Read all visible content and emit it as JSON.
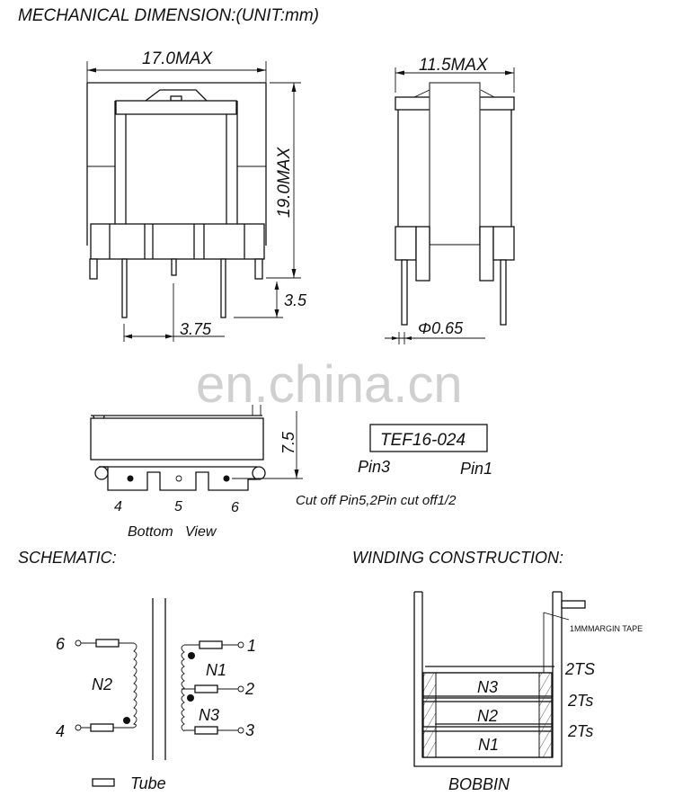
{
  "titles": {
    "mechanical": "MECHANICAL DIMENSION:(UNIT:mm)",
    "schematic": "SCHEMATIC:",
    "winding": "WINDING CONSTRUCTION:"
  },
  "front_view": {
    "width_label": "17.0MAX",
    "height_label": "19.0MAX",
    "pin_length_label": "3.5",
    "pin_pitch_label": "3.75"
  },
  "side_view": {
    "width_label": "11.5MAX",
    "pin_diameter_label": "Φ0.65"
  },
  "bottom_view": {
    "height_label": "7.5",
    "pins": [
      "4",
      "5",
      "6"
    ],
    "caption": "Bottom   View",
    "part_number": "TEF16-024",
    "pin_left_label": "Pin3",
    "pin_right_label": "Pin1",
    "note": "Cut off Pin5,2Pin cut off1/2"
  },
  "watermark": "en.china.cn",
  "schematic": {
    "primary_pins": [
      "6",
      "4"
    ],
    "primary_winding": "N2",
    "secondary_pins": [
      "1",
      "2",
      "3"
    ],
    "secondary_windings": [
      "N1",
      "N3"
    ],
    "legend_label": "Tube"
  },
  "winding": {
    "layers": [
      "N3",
      "N2",
      "N1"
    ],
    "tape_labels": [
      "2TS",
      "2Ts",
      "2Ts"
    ],
    "margin_tape_label": "1MMMARGIN TAPE",
    "bobbin_label": "BOBBIN"
  }
}
